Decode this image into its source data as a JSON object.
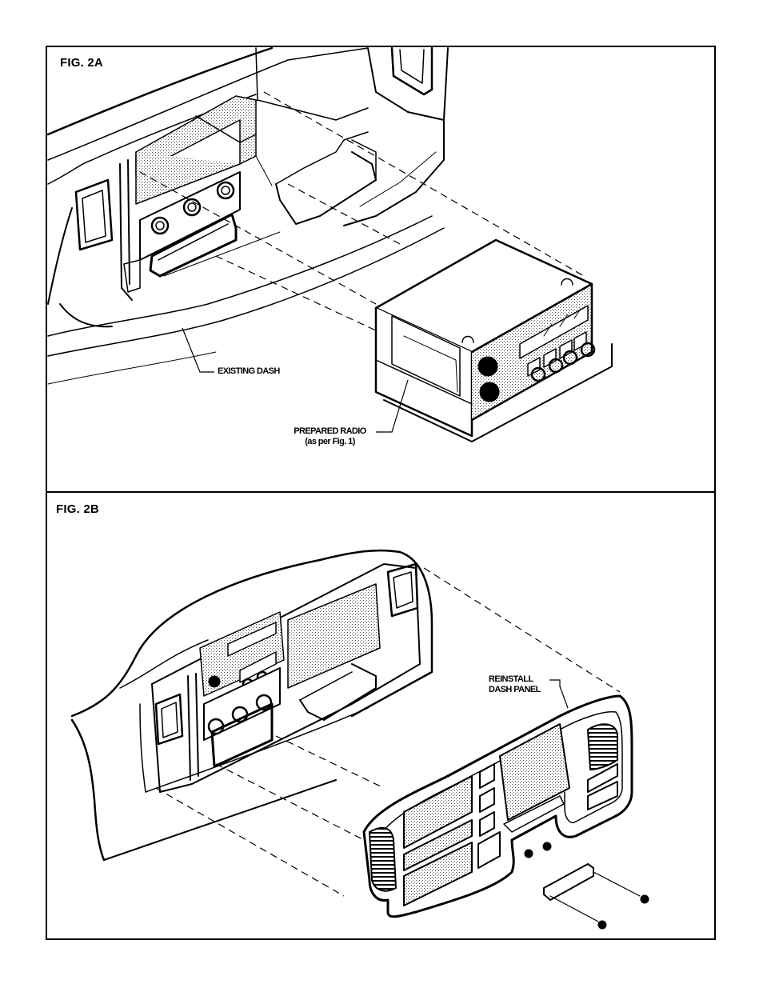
{
  "figures": {
    "fig_2a": {
      "label": "FIG. 2A",
      "callouts": {
        "existing_dash": "EXISTING DASH",
        "prepared_radio": "PREPARED RADIO",
        "prepared_radio_note": "(as per Fig. 1)"
      }
    },
    "fig_2b": {
      "label": "FIG. 2B",
      "callouts": {
        "reinstall_line1": "REINSTALL",
        "reinstall_line2": "DASH PANEL"
      }
    }
  }
}
